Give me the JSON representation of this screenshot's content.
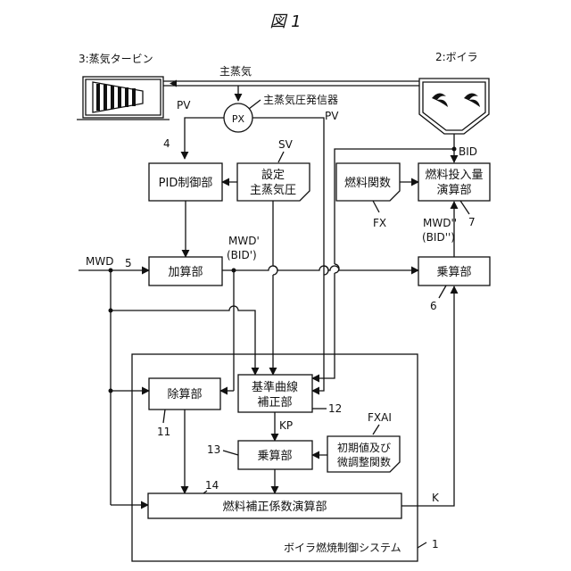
{
  "figure_title": "図 1",
  "equipment": {
    "turbine": "3:蒸気タービン",
    "boiler": "2:ボイラ",
    "main_steam": "主蒸気",
    "pressure_transmitter": "主蒸気圧発信器",
    "px": "PX"
  },
  "signals": {
    "pv_left": "PV",
    "pv_right": "PV",
    "sv": "SV",
    "bid": "BID",
    "mwd": "MWD",
    "mwd_dash": "MWD'",
    "bid_dash": "(BID')",
    "mwd_ddash": "MWD''",
    "bid_ddash": "(BID'')",
    "fx": "FX",
    "fxai": "FXAI",
    "kp": "KP",
    "k": "K"
  },
  "blocks": {
    "pid": "PID制御部",
    "setpoint_l1": "設定",
    "setpoint_l2": "主蒸気圧",
    "fuel_func": "燃料関数",
    "fuel_input_l1": "燃料投入量",
    "fuel_input_l2": "演算部",
    "adder": "加算部",
    "multiplier_top": "乗算部",
    "divider": "除算部",
    "ref_curve_l1": "基準曲線",
    "ref_curve_l2": "補正部",
    "multiplier_inner": "乗算部",
    "init_func_l1": "初期値及び",
    "init_func_l2": "微調整関数",
    "correction": "燃料補正係数演算部"
  },
  "refs": {
    "r4": "4",
    "r5": "5",
    "r6": "6",
    "r7": "7",
    "r11": "11",
    "r12": "12",
    "r13": "13",
    "r14": "14",
    "r1": "1"
  },
  "system_label": "ボイラ燃焼制御システム"
}
